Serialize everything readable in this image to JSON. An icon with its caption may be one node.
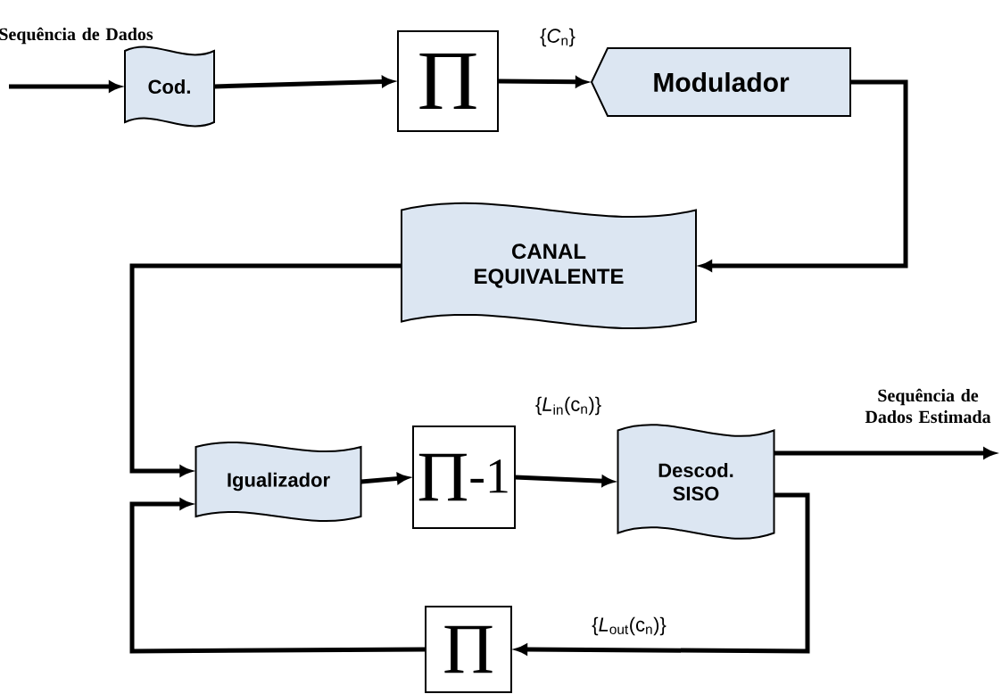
{
  "diagram": {
    "nodes": [
      {
        "text": [
          "Cod."
        ]
      },
      {
        "text": [
          "Π"
        ]
      },
      {
        "text": [
          "Modulador"
        ]
      },
      {
        "text": [
          "CANAL EQUIVALENTE"
        ]
      },
      {
        "text": [
          "Igualizador"
        ]
      },
      {
        "text": [
          "Π$^{-1}$"
        ]
      },
      {
        "text": [
          "Descod. SISO"
        ]
      },
      {
        "text": [
          "Π"
        ]
      }
    ],
    "edges": [
      {
        "from": null,
        "to": 0,
        "arrow": "to"
      },
      {
        "from": 0,
        "to": 1,
        "arrow": "to"
      },
      {
        "from": 1,
        "to": 2,
        "arrow": "to",
        "label": "{*C*$_{n}$}"
      },
      {
        "from": 2,
        "to": 3,
        "arrow": "to"
      },
      {
        "from": 3,
        "to": 4,
        "arrow": "to"
      },
      {
        "from": 4,
        "to": 5,
        "arrow": "to"
      },
      {
        "from": 5,
        "to": 6,
        "arrow": "to",
        "label": "{*L*$_{in}$(c$_{n}$)}"
      },
      {
        "from": 6,
        "to": null,
        "arrow": "to"
      },
      {
        "from": 6,
        "to": 7,
        "arrow": "to",
        "label": "{*L*$_{out}$(c$_{n}$)}"
      },
      {
        "from": 7,
        "to": 4,
        "arrow": "to"
      }
    ],
    "labels": [
      "Sequência de Dados",
      "Sequência de Dados Estimada"
    ]
  }
}
